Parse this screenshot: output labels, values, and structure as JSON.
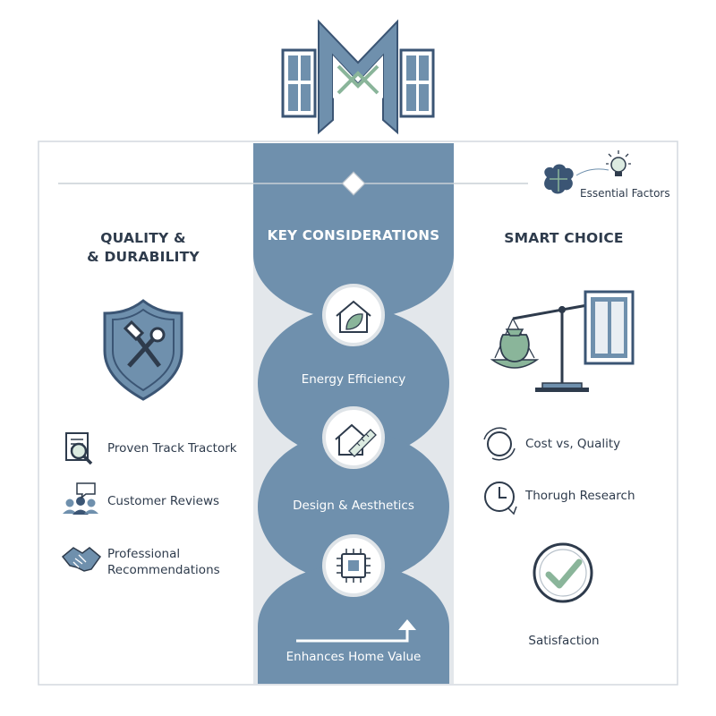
{
  "colors": {
    "steel_blue": "#6f90ad",
    "navy": "#3b5574",
    "mint": "#8ab59a",
    "mint_light": "#dcebe1",
    "panel_border": "#d3d9df",
    "light_gray": "#dfe4e8"
  },
  "header": {
    "logo": "window-m-logo-icon",
    "tag_label": "Essential Factors",
    "tag_icons": [
      "brain-icon",
      "lightbulb-icon"
    ]
  },
  "left": {
    "title_line1": "QUALITY &",
    "title_line2": "& DURABILITY",
    "emblem": "shield-tools-icon",
    "items": [
      {
        "icon": "document-magnifier-icon",
        "label": "Proven Track Tractork"
      },
      {
        "icon": "people-chat-icon",
        "label": "Customer Reviews"
      },
      {
        "icon": "handshake-icon",
        "label_line1": "Professional",
        "label_line2": "Recommendations"
      }
    ]
  },
  "center": {
    "title": "KEY CONSIDERATIONS",
    "stages": [
      {
        "icon": "house-leaf-icon",
        "label": "Energy Efficiency"
      },
      {
        "icon": "house-ruler-icon",
        "label": "Design & Aesthetics"
      },
      {
        "icon": "chip-icon",
        "label": ""
      },
      {
        "icon": "rising-arrow-icon",
        "label": "Enhances Home Value"
      }
    ]
  },
  "right": {
    "title": "SMART CHOICE",
    "emblem": "scale-moneybag-window-icon",
    "items": [
      {
        "icon": "dollar-cycle-icon",
        "label": "Cost vs, Quality"
      },
      {
        "icon": "clock-icon",
        "label": "Thorugh Research"
      }
    ],
    "badge_icon": "checkmark-circle-icon",
    "badge_label": "Satisfaction"
  }
}
